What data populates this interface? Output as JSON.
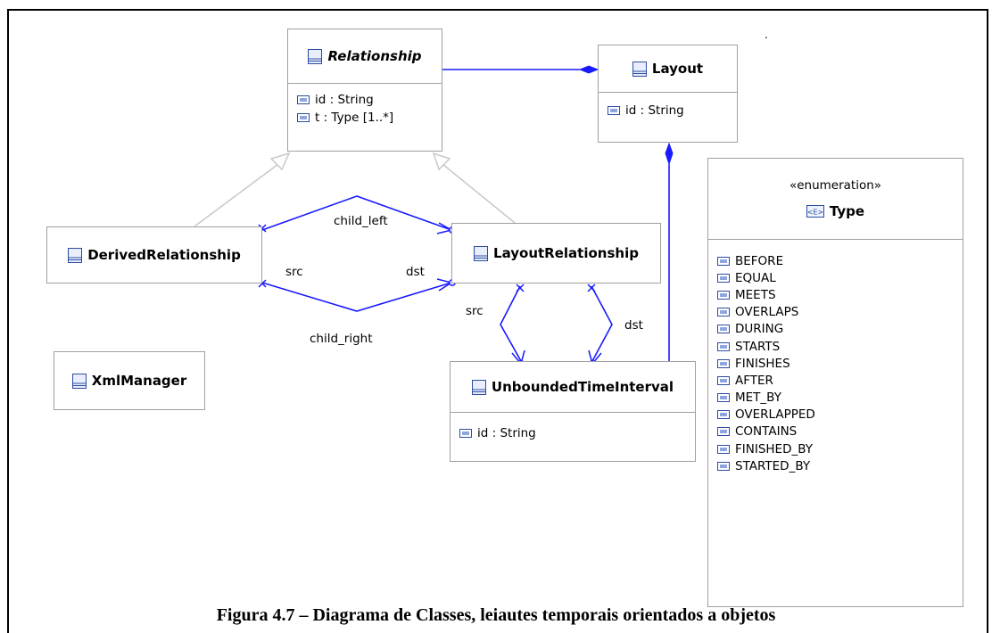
{
  "diagram": {
    "classes": {
      "relationship": {
        "name": "Relationship",
        "attributes": [
          "id : String",
          "t : Type [1..*]"
        ]
      },
      "layout": {
        "name": "Layout",
        "attributes": [
          "id : String"
        ]
      },
      "derived_relationship": {
        "name": "DerivedRelationship"
      },
      "layout_relationship": {
        "name": "LayoutRelationship"
      },
      "xml_manager": {
        "name": "XmlManager"
      },
      "unbounded_time_interval": {
        "name": "UnboundedTimeInterval",
        "attributes": [
          "id : String"
        ]
      }
    },
    "enumeration": {
      "stereotype": "«enumeration»",
      "name": "Type",
      "icon_text": "<E>",
      "literals": [
        "BEFORE",
        "EQUAL",
        "MEETS",
        "OVERLAPS",
        "DURING",
        "STARTS",
        "FINISHES",
        "AFTER",
        "MET_BY",
        "OVERLAPPED",
        "CONTAINS",
        "FINISHED_BY",
        "STARTED_BY"
      ]
    },
    "association_labels": {
      "child_left": "child_left",
      "child_right": "child_right",
      "src_left": "src",
      "dst_left": "dst",
      "src_bottom": "src",
      "dst_bottom": "dst"
    },
    "stray_mark": "."
  },
  "caption": "Figura 4.7 – Diagrama de Classes, leiautes temporais orientados a objetos",
  "colors": {
    "association": "#1a1aff",
    "generalization": "#c8c8c8",
    "border": "#a0a0a0"
  }
}
